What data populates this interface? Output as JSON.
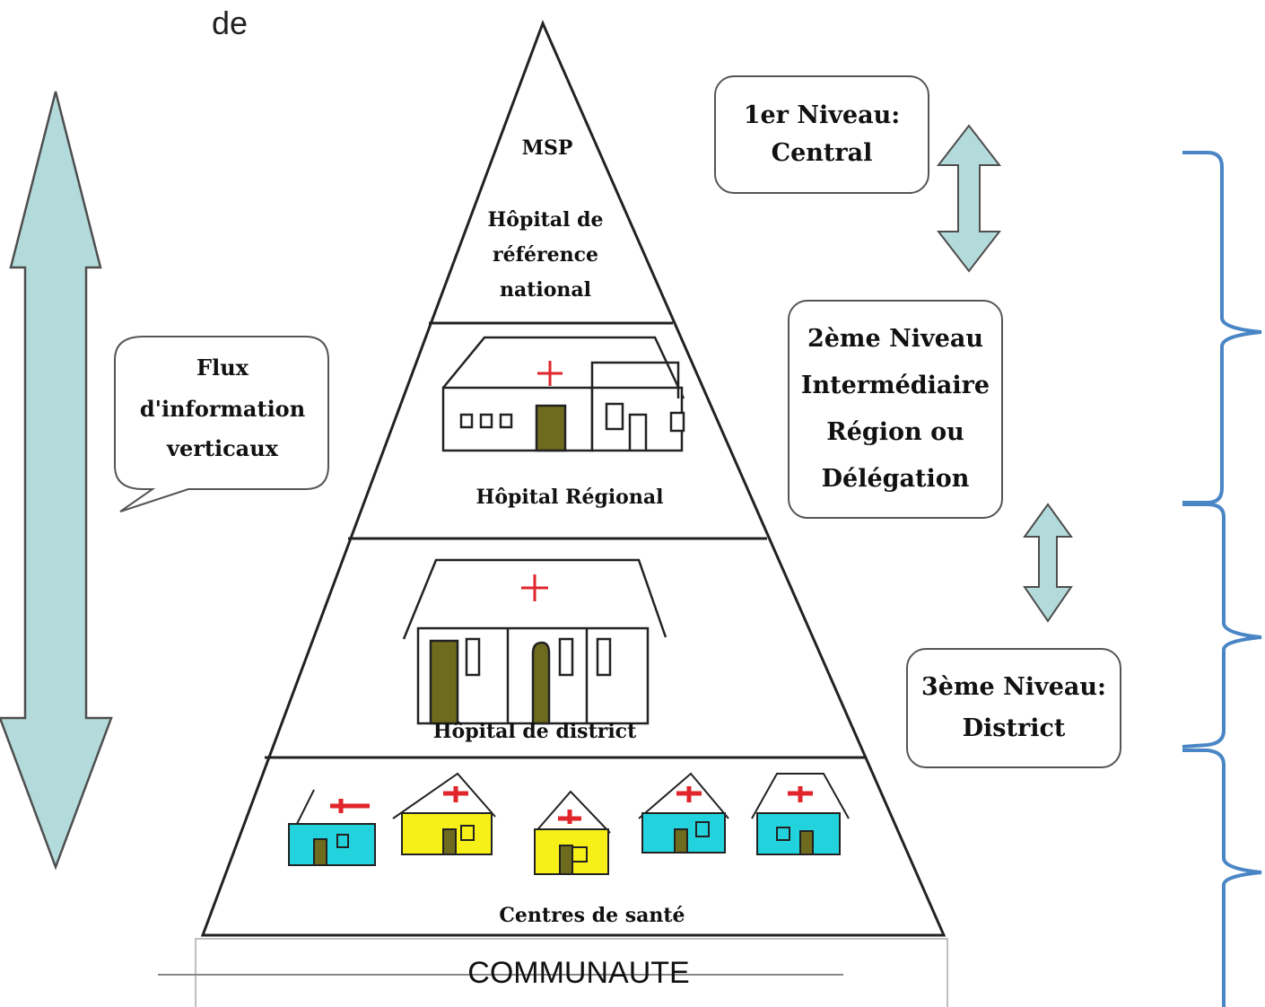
{
  "fragment": "de",
  "pyramid": {
    "level1": {
      "label_1": "MSP",
      "label_2": [
        "Hôpital de",
        "référence",
        "national"
      ]
    },
    "level2": {
      "label": "Hôpital Régional"
    },
    "level3": {
      "label": "Hôpital de district"
    },
    "level4": {
      "label": "Centres de santé"
    }
  },
  "communaute": "COMMUNAUTE",
  "callout": {
    "lines": [
      "Flux",
      "d'information",
      "verticaux"
    ]
  },
  "niveaux": {
    "central": {
      "lines": [
        "1er Niveau:",
        "Central"
      ]
    },
    "intermediaire": {
      "lines": [
        "2ème Niveau",
        "Intermédiaire",
        "Région ou",
        "Délégation"
      ]
    },
    "district": {
      "lines": [
        "3ème Niveau:",
        "District"
      ]
    }
  },
  "colors": {
    "arrow_fill": "#b3dbdb",
    "brace": "#4a86c5",
    "cross": "#e0252b",
    "door": "#6e6a1e",
    "house_cyan": "#22d3dd",
    "house_yellow": "#f6ef18"
  }
}
